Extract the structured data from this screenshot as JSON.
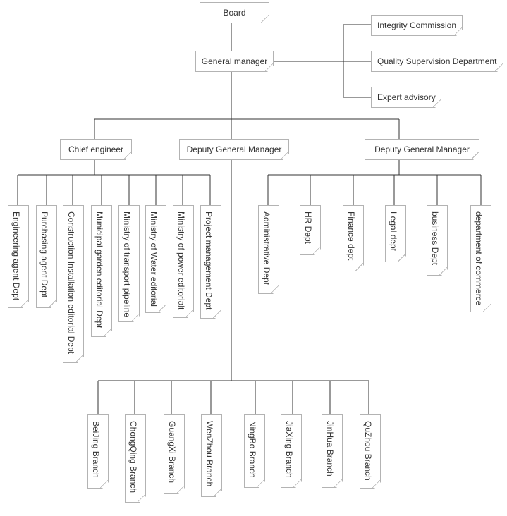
{
  "org": {
    "board": "Board",
    "general_manager": "General manager",
    "side_units": [
      "Integrity Commission",
      "Quality Supervision Department",
      "Expert advisory"
    ],
    "chief_engineer": "Chief engineer",
    "deputy_gm_center": "Deputy General Manager",
    "deputy_gm_right": "Deputy General Manager",
    "engineering_depts": [
      "Engineering agent Dept",
      "Purchasing agent Dept",
      "Construction Installation editorial Dept",
      "Municipal garden editorial Dept",
      "Ministry of transport pipeline",
      "Ministry of Water editorial",
      "Ministry of power editorialt",
      "Project management Dept"
    ],
    "admin_depts": [
      "Administrative Dept",
      "HR Dept",
      "Finance dept",
      "Legal dept",
      "business Dept",
      "department of commerce"
    ],
    "branches": [
      "BeiJing Branch",
      "ChongQing Branch",
      "GuangXi Branch",
      "WenZhou Branch",
      "NingBo Branch",
      "JiaXing Branch",
      "JinHua Branch",
      "QuZhou Branch"
    ]
  }
}
